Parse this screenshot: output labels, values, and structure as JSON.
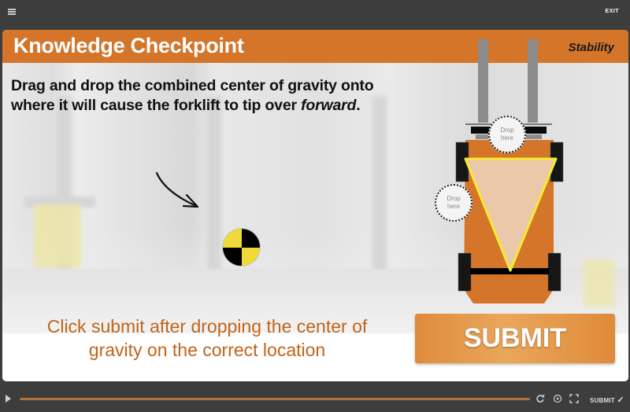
{
  "topbar": {
    "menu_icon": "hamburger-menu-icon",
    "exit_label": "EXIT"
  },
  "header": {
    "title": "Knowledge Checkpoint",
    "topic": "Stability",
    "color": "#d4752a"
  },
  "question": {
    "line1": "Drag and drop the combined center of gravity onto",
    "line2_prefix": "where it will cause the forklift to tip over ",
    "line2_emphasis": "forward",
    "line2_suffix": "."
  },
  "draggable": {
    "name": "combined center of gravity",
    "icon": "center-of-gravity-icon",
    "colors": [
      "#f1d93a",
      "#000000"
    ]
  },
  "drop_zones": [
    {
      "label_line1": "Drop",
      "label_line2": "here",
      "position": "front"
    },
    {
      "label_line1": "Drop",
      "label_line2": "here",
      "position": "left-side"
    }
  ],
  "hint": {
    "text": "Click submit after dropping the center of gravity on the correct location",
    "color": "#c0641a"
  },
  "submit_button": {
    "label": "SUBMIT"
  },
  "player": {
    "play_icon": "play-icon",
    "progress_color": "#b5703a",
    "replay_icon": "replay-icon",
    "captions_icon": "captions-icon",
    "fullscreen_icon": "fullscreen-icon",
    "submit_label": "SUBMIT",
    "submit_check": "✓"
  }
}
